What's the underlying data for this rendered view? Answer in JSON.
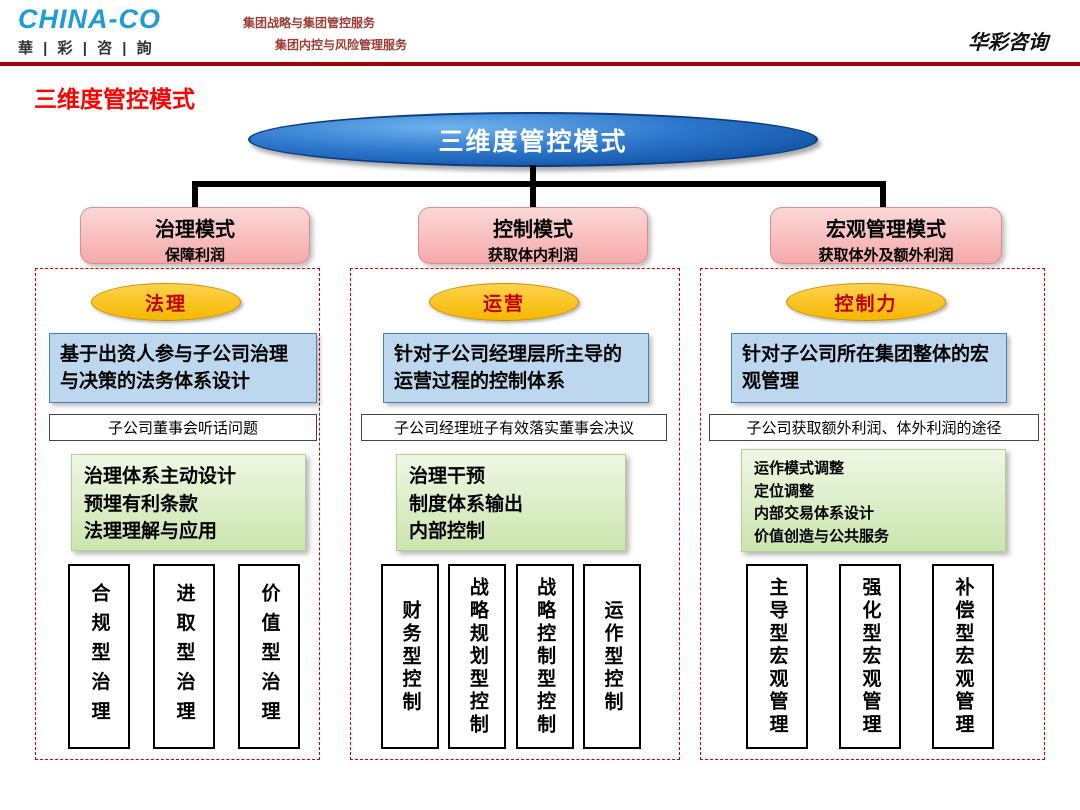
{
  "header": {
    "logo": "CHINA-CO",
    "logo_sub": "華 | 彩 | 咨 | 詢",
    "service_line1": "集团战略与集团管控服务",
    "service_line2": "集团内控与风险管理服务",
    "brand": "华彩咨询"
  },
  "page_title": "三维度管控模式",
  "root": "三维度管控模式",
  "columns": [
    {
      "title": "治理模式",
      "subtitle": "保障利润",
      "badge": "法理",
      "desc": "基于出资人参与子公司治理与决策的法务体系设计",
      "note": "子公司董事会听话问题",
      "green_lines": [
        "治理体系主动设计",
        "预埋有利条款",
        "法理理解与应用"
      ],
      "types": [
        "合规型治理",
        "进取型治理",
        "价值型治理"
      ]
    },
    {
      "title": "控制模式",
      "subtitle": "获取体内利润",
      "badge": "运营",
      "desc": "针对子公司经理层所主导的运营过程的控制体系",
      "note": "子公司经理班子有效落实董事会决议",
      "green_lines": [
        "治理干预",
        "制度体系输出",
        "内部控制"
      ],
      "types": [
        "财务型控制",
        "战略规划型控制",
        "战略控制型控制",
        "运作型控制"
      ]
    },
    {
      "title": "宏观管理模式",
      "subtitle": "获取体外及额外利润",
      "badge": "控制力",
      "desc": "针对子公司所在集团整体的宏观管理",
      "note": "子公司获取额外利润、体外利润的途径",
      "green_lines": [
        "运作模式调整",
        "定位调整",
        "内部交易体系设计",
        "价值创造与公共服务"
      ],
      "types": [
        "主导型宏观管理",
        "强化型宏观管理",
        "补偿型宏观管理"
      ]
    }
  ],
  "colors": {
    "accent_red": "#FF0000",
    "rule_red": "#A00000",
    "root_blue": "#1F6FC4",
    "pink": "#F9BFBF",
    "orange": "#FFC000",
    "blue_box": "#BDD7EE",
    "green_box": "#D9EAC8"
  }
}
